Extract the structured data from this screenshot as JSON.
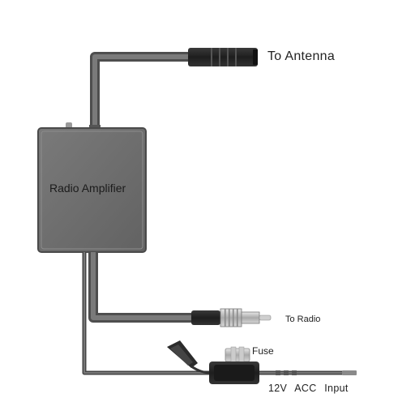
{
  "labels": {
    "antenna": "To Antenna",
    "amplifier": "Radio Amplifier",
    "radio": "To Radio",
    "fuse": "Fuse",
    "power_input": "12V  ACC  Input"
  },
  "colors": {
    "cable": "#5f5f5f",
    "cable_highlight": "#8a8a8a",
    "amplifier_body": "#6e6e6e",
    "amplifier_edge": "#4a4a4a",
    "connector_dark": "#2a2a2a",
    "metal": "#bdbdbd"
  }
}
